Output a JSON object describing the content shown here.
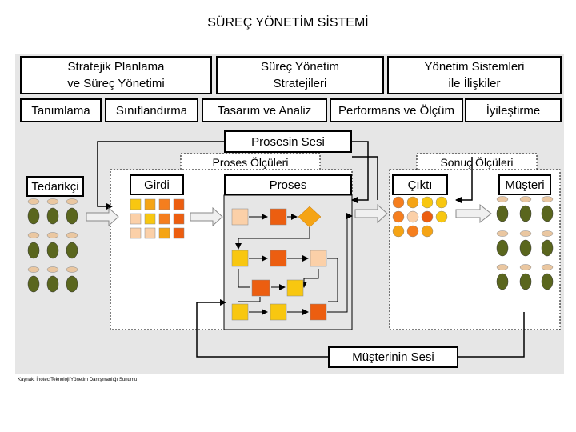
{
  "title": "SÜREÇ YÖNETİM SİSTEMİ",
  "top_boxes": [
    {
      "line1": "Stratejik Planlama",
      "line2": "ve Süreç Yönetimi"
    },
    {
      "line1": "Süreç Yönetim",
      "line2": "Stratejileri"
    },
    {
      "line1": "Yönetim Sistemleri",
      "line2": "ile İlişkiler"
    }
  ],
  "categories": [
    "Tanımlama",
    "Sınıflandırma",
    "Tasarım ve Analiz",
    "Performans ve Ölçüm",
    "İyileştirme"
  ],
  "labels": {
    "prosesin_sesi": "Prosesin Sesi",
    "proses_olculeri": "Proses Ölçüleri",
    "sonuc_olculeri": "Sonuç Ölçüleri",
    "tedarikci": "Tedarikçi",
    "girdi": "Girdi",
    "proses": "Proses",
    "cikti": "Çıktı",
    "musteri": "Müşteri",
    "musterinin_sesi": "Müşterinin Sesi"
  },
  "source": "Kaynak: İnotec Teknoloji Yönetim Danışmanlığı Sunumu",
  "colors": {
    "olive": "#5a661e",
    "tan": "#eac7a1",
    "light_orange": "#fbd0a8",
    "orange": "#f57e1e",
    "dark_orange": "#ec5e10",
    "yellow": "#f8c710",
    "gold": "#f5a415",
    "panel": "#e6e6e6"
  }
}
